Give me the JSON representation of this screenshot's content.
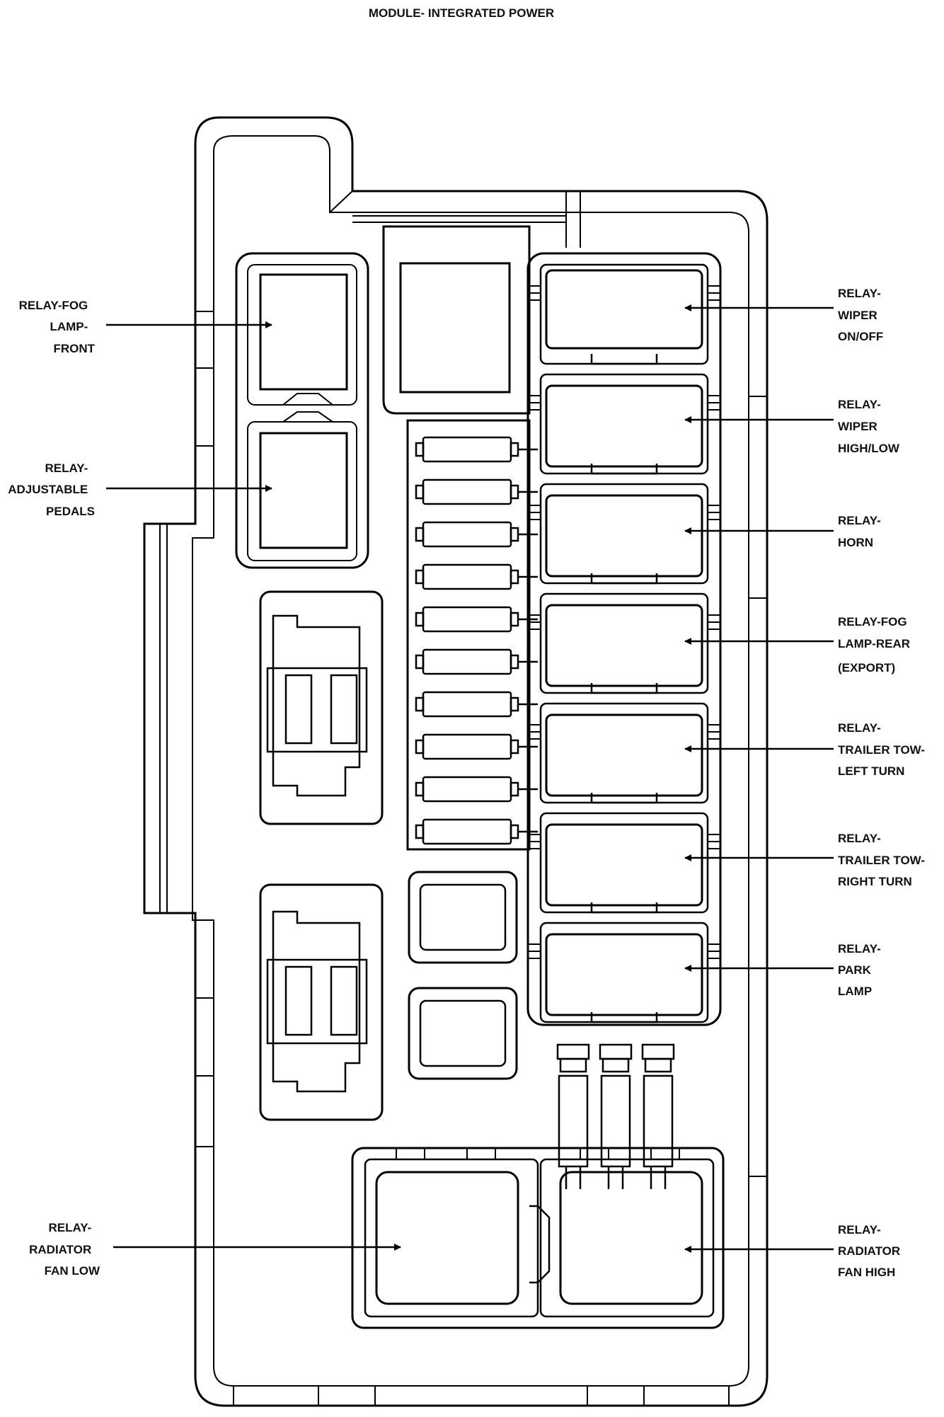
{
  "title": "MODULE- INTEGRATED POWER",
  "labels_left": [
    {
      "id": "relay-fog-lamp-front",
      "lines": [
        "RELAY-FOG",
        "LAMP-",
        "FRONT"
      ]
    },
    {
      "id": "relay-adjustable-pedals",
      "lines": [
        "RELAY-",
        "ADJUSTABLE",
        "PEDALS"
      ]
    },
    {
      "id": "relay-radiator-fan-low",
      "lines": [
        "RELAY-",
        "RADIATOR",
        "FAN LOW"
      ]
    }
  ],
  "labels_right": [
    {
      "id": "relay-wiper-on-off",
      "lines": [
        "RELAY-",
        "WIPER",
        "ON/OFF"
      ]
    },
    {
      "id": "relay-wiper-high-low",
      "lines": [
        "RELAY-",
        "WIPER",
        "HIGH/LOW"
      ]
    },
    {
      "id": "relay-horn",
      "lines": [
        "RELAY-",
        "HORN"
      ]
    },
    {
      "id": "relay-fog-lamp-rear",
      "lines": [
        "RELAY-FOG",
        "LAMP-REAR",
        "(EXPORT)"
      ]
    },
    {
      "id": "relay-trailer-tow-left-turn",
      "lines": [
        "RELAY-",
        "TRAILER TOW-",
        "LEFT TURN"
      ]
    },
    {
      "id": "relay-trailer-tow-right-turn",
      "lines": [
        "RELAY-",
        "TRAILER TOW-",
        "RIGHT TURN"
      ]
    },
    {
      "id": "relay-park-lamp",
      "lines": [
        "RELAY-",
        "PARK",
        "LAMP"
      ]
    },
    {
      "id": "relay-radiator-fan-high",
      "lines": [
        "RELAY-",
        "RADIATOR",
        "FAN HIGH"
      ]
    }
  ]
}
